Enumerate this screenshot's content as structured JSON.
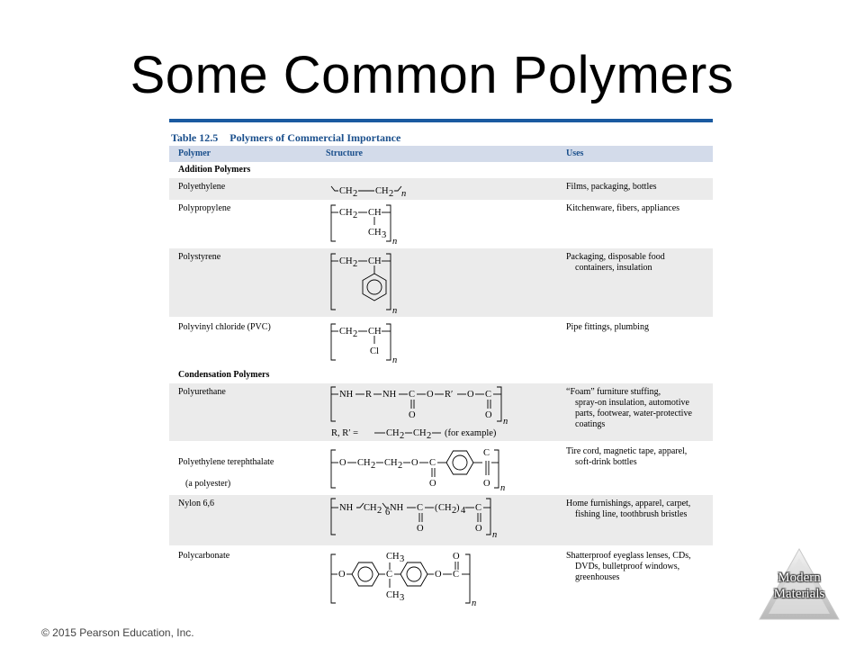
{
  "slide": {
    "title": "Some Common Polymers",
    "copyright": "© 2015 Pearson Education, Inc.",
    "logo_line1": "Modern",
    "logo_line2": "Materials"
  },
  "table": {
    "caption_number": "Table 12.5",
    "caption_title": "Polymers of Commercial Importance",
    "headers": {
      "polymer": "Polymer",
      "structure": "Structure",
      "uses": "Uses"
    },
    "sections": {
      "addition": "Addition Polymers",
      "condensation": "Condensation Polymers"
    },
    "rows": [
      {
        "name": "Polyethylene",
        "uses": [
          "Films, packaging, bottles"
        ]
      },
      {
        "name": "Polypropylene",
        "uses": [
          "Kitchenware, fibers, appliances"
        ]
      },
      {
        "name": "Polystyrene",
        "uses": [
          "Packaging, disposable food",
          "containers, insulation"
        ]
      },
      {
        "name": "Polyvinyl chloride (PVC)",
        "uses": [
          "Pipe fittings, plumbing"
        ]
      },
      {
        "name": "Polyurethane",
        "uses": [
          "“Foam” furniture stuffing,",
          "spray-on insulation, automotive",
          "parts, footwear, water-protective",
          "coatings"
        ]
      },
      {
        "name": "Polyethylene terephthalate",
        "name2": "(a polyester)",
        "uses": [
          "Tire cord, magnetic tape, apparel,",
          "soft-drink bottles"
        ]
      },
      {
        "name": "Nylon 6,6",
        "uses": [
          "Home furnishings, apparel, carpet,",
          "fishing line, toothbrush bristles"
        ]
      },
      {
        "name": "Polycarbonate",
        "uses": [
          "Shatterproof eyeglass lenses, CDs,",
          "DVDs, bulletproof windows,",
          "greenhouses"
        ]
      }
    ],
    "structure_text": {
      "ch2": "CH",
      "ch": "CH",
      "ch3": "CH",
      "sub2": "2",
      "sub3": "3",
      "sub4": "4",
      "sub6": "6",
      "n": "n",
      "cl": "Cl",
      "nh": "NH",
      "r": "R",
      "rprime": "R′",
      "o": "O",
      "c": "C",
      "pu_note_lhs": "R, R′ =",
      "pu_note_rhs": "(for example)"
    }
  }
}
